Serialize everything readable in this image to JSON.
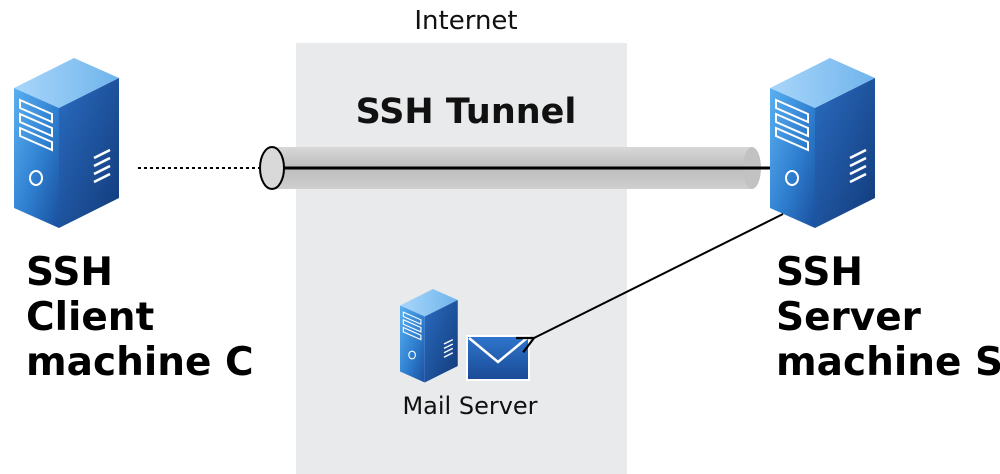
{
  "internet_label": "Internet",
  "tunnel_label": "SSH Tunnel",
  "client": {
    "line1": "SSH",
    "line2": "Client",
    "line3": "machine C"
  },
  "server": {
    "line1": "SSH",
    "line2": "Server",
    "line3": "machine S"
  },
  "mail_server_label": "Mail Server",
  "colors": {
    "internet_band": "#e9eaeb",
    "tunnel_pipe": "#c9c9c9",
    "server_blue": "#1f5aa6",
    "server_light": "#4a9be0"
  },
  "icons": {
    "client": "server-tower-icon",
    "server": "server-tower-icon",
    "mail_server": "server-tower-icon",
    "mail": "envelope-icon"
  }
}
